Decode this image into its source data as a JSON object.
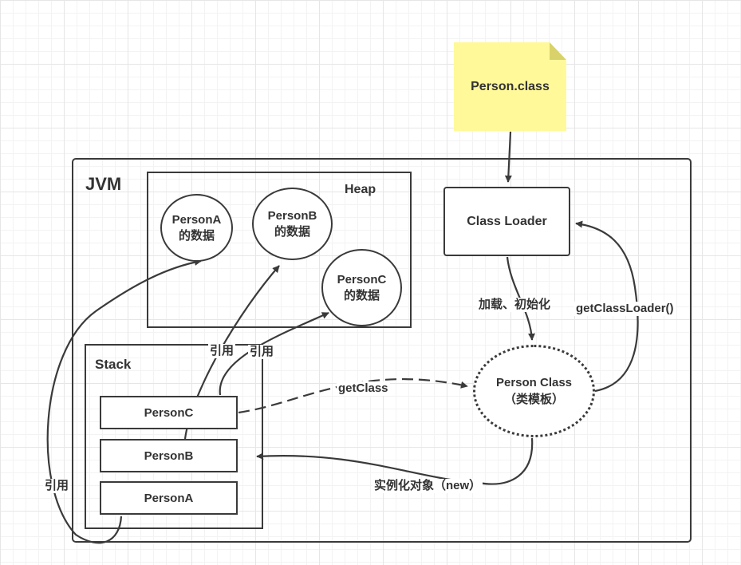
{
  "note": {
    "text": "Person.class"
  },
  "jvm": {
    "label": "JVM"
  },
  "heap": {
    "label": "Heap",
    "objects": [
      {
        "text": "PersonA\n的数据"
      },
      {
        "text": "PersonB\n的数据"
      },
      {
        "text": "PersonC\n的数据"
      }
    ]
  },
  "stack": {
    "label": "Stack",
    "frames": [
      "PersonC",
      "PersonB",
      "PersonA"
    ]
  },
  "class_loader": {
    "label": "Class Loader"
  },
  "person_class": {
    "text": "Person Class\n（类模板）"
  },
  "edge_labels": {
    "load_init": "加载、初始化",
    "get_class_loader": "getClassLoader()",
    "get_class": "getClass",
    "instantiate": "实例化对象（new）",
    "ref_a": "引用",
    "ref_b": "引用",
    "ref_c": "引用"
  }
}
